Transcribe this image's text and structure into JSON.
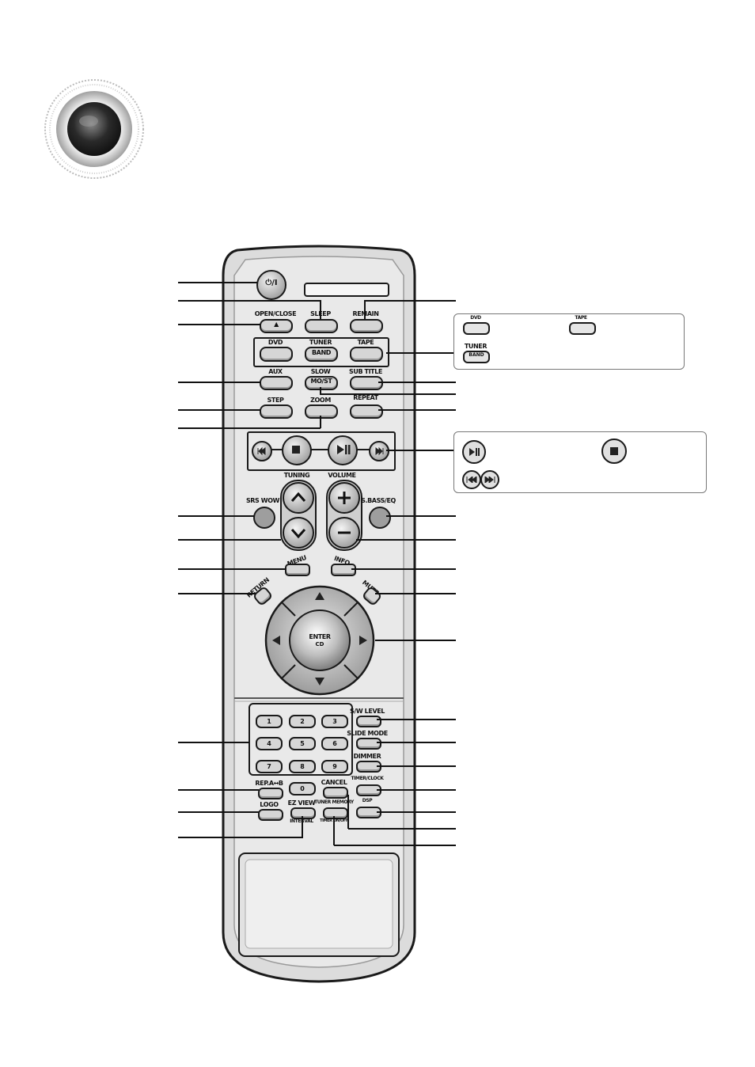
{
  "remote": {
    "power_label": "⏻/I",
    "sleep": "SLEEP",
    "remain": "REMAIN",
    "open_close": "OPEN/CLOSE",
    "eject_symbol": "▲",
    "dvd": "DVD",
    "tuner": "TUNER",
    "band": "BAND",
    "tape": "TAPE",
    "aux": "AUX",
    "slow": "SLOW",
    "mo_st": "MO/ST",
    "sub_title": "SUB TITLE",
    "step": "STEP",
    "zoom": "ZOOM",
    "repeat": "REPEAT",
    "tuning": "TUNING",
    "volume": "VOLUME",
    "srs_wow": "SRS WOW",
    "s_bass_eq": "S.BASS/EQ",
    "menu": "MENU",
    "info": "INFO",
    "return": "RETURN",
    "mute": "MUTE",
    "enter": "ENTER",
    "cd": "CD",
    "keypad": [
      "1",
      "2",
      "3",
      "4",
      "5",
      "6",
      "7",
      "8",
      "9",
      "0"
    ],
    "sw_level": "S/W LEVEL",
    "slide_mode": "SLIDE MODE",
    "dimmer": "DIMMER",
    "repeat_a_b": "REP.A↔B",
    "cancel": "CANCEL",
    "timer_on_off": "TIMER ON/OFF",
    "timer_clock": "TIMER/CLOCK",
    "logo": "LOGO",
    "dsp": "DSP",
    "ez_view": "EZ VIEW",
    "interval": "INTERVAL",
    "tuner_memory": "TUNER MEMORY"
  },
  "legend_top": {
    "dvd": "DVD",
    "tape": "TAPE",
    "tuner": "TUNER",
    "band": "BAND"
  },
  "colors": {
    "body": "#d8d8d8",
    "outline": "#1a1a1a",
    "accent_gray": "#9a9a9a"
  }
}
